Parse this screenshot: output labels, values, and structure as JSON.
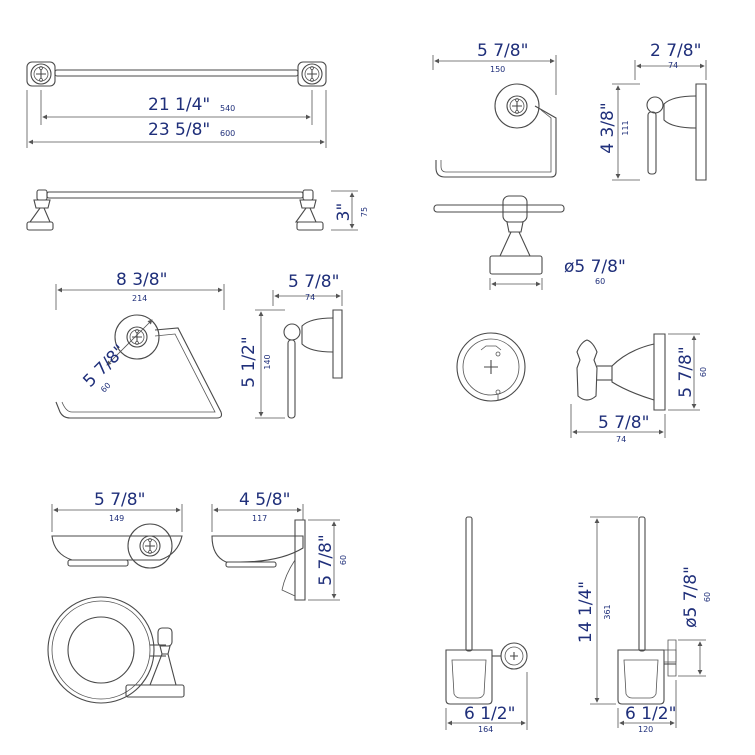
{
  "accent_color": "#1f2f7a",
  "towel_bar": {
    "width_inner": "21 1/4\"",
    "width_inner_mm": "540",
    "width_outer": "23 5/8\"",
    "width_outer_mm": "600",
    "height": "3\"",
    "height_mm": "75"
  },
  "paper_holder": {
    "width": "5 7/8\"",
    "width_mm": "150",
    "depth": "2 7/8\"",
    "depth_mm": "74",
    "height": "4 3/8\"",
    "height_mm": "111",
    "base": "ø5 7/8\"",
    "base_mm": "60"
  },
  "towel_ring": {
    "width": "8 3/8\"",
    "width_mm": "214",
    "base": "5 7/8\"",
    "base_mm": "60",
    "height": "5 1/2\"",
    "height_mm": "140",
    "depth": "5 7/8\"",
    "depth_mm": "74"
  },
  "robe_hook": {
    "height": "5 7/8\"",
    "height_mm": "60",
    "depth": "5 7/8\"",
    "depth_mm": "74"
  },
  "soap_dish": {
    "width": "5 7/8\"",
    "width_mm": "149",
    "depth": "4 5/8\"",
    "depth_mm": "117",
    "height": "5 7/8\"",
    "height_mm": "60"
  },
  "toilet_brush": {
    "width_front": "6 1/2\"",
    "width_front_mm": "164",
    "width_side": "6 1/2\"",
    "width_side_mm": "120",
    "height": "14 1/4\"",
    "height_mm": "361",
    "base": "ø5 7/8\"",
    "base_mm": "60"
  }
}
